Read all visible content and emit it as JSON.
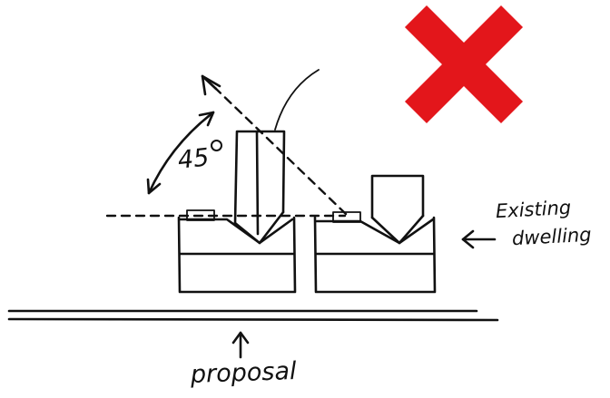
{
  "diagram": {
    "angle_label": "45",
    "existing_label": "Existing",
    "dwelling_label": "dwelling",
    "proposal_label": "proposal"
  },
  "status_mark": {
    "icon": "red-cross-icon",
    "color": "#e3161b"
  },
  "ink_color": "#111111"
}
